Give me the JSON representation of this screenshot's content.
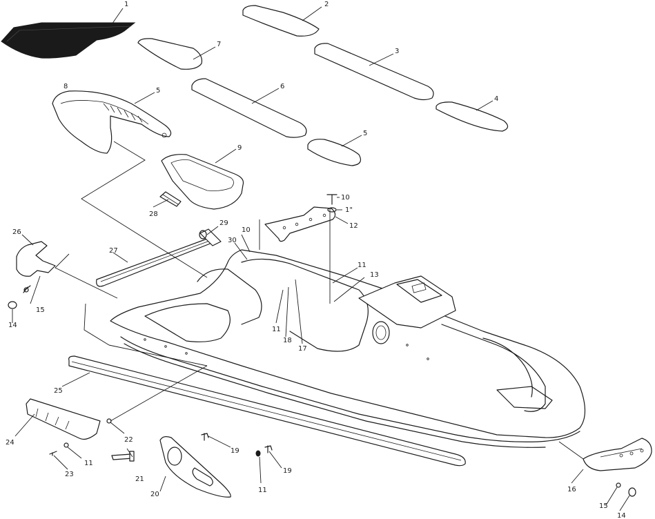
{
  "callouts": [
    {
      "id": "c1",
      "text": "1"
    },
    {
      "id": "c2",
      "text": "2"
    },
    {
      "id": "c3",
      "text": "3"
    },
    {
      "id": "c4",
      "text": "4"
    },
    {
      "id": "c5a",
      "text": "5"
    },
    {
      "id": "c5b",
      "text": "5"
    },
    {
      "id": "c6",
      "text": "6"
    },
    {
      "id": "c7",
      "text": "7"
    },
    {
      "id": "c8",
      "text": "8"
    },
    {
      "id": "c9",
      "text": "9"
    },
    {
      "id": "c10a",
      "text": "10"
    },
    {
      "id": "c10b",
      "text": "10"
    },
    {
      "id": "c11a",
      "text": "1\""
    },
    {
      "id": "c11b",
      "text": "11"
    },
    {
      "id": "c11c",
      "text": "11"
    },
    {
      "id": "c11d",
      "text": "11"
    },
    {
      "id": "c11e",
      "text": "11"
    },
    {
      "id": "c12",
      "text": "12"
    },
    {
      "id": "c13",
      "text": "13"
    },
    {
      "id": "c14a",
      "text": "14"
    },
    {
      "id": "c14b",
      "text": "14"
    },
    {
      "id": "c15a",
      "text": "15"
    },
    {
      "id": "c15b",
      "text": "15"
    },
    {
      "id": "c16",
      "text": "16"
    },
    {
      "id": "c17",
      "text": "17"
    },
    {
      "id": "c18",
      "text": "18"
    },
    {
      "id": "c19a",
      "text": "19"
    },
    {
      "id": "c19b",
      "text": "19"
    },
    {
      "id": "c20",
      "text": "20"
    },
    {
      "id": "c21",
      "text": "21"
    },
    {
      "id": "c22",
      "text": "22"
    },
    {
      "id": "c23",
      "text": "23"
    },
    {
      "id": "c24",
      "text": "24"
    },
    {
      "id": "c25",
      "text": "25"
    },
    {
      "id": "c26",
      "text": "26"
    },
    {
      "id": "c27",
      "text": "27"
    },
    {
      "id": "c28",
      "text": "28"
    },
    {
      "id": "c29",
      "text": "29"
    },
    {
      "id": "c30",
      "text": "30"
    }
  ]
}
